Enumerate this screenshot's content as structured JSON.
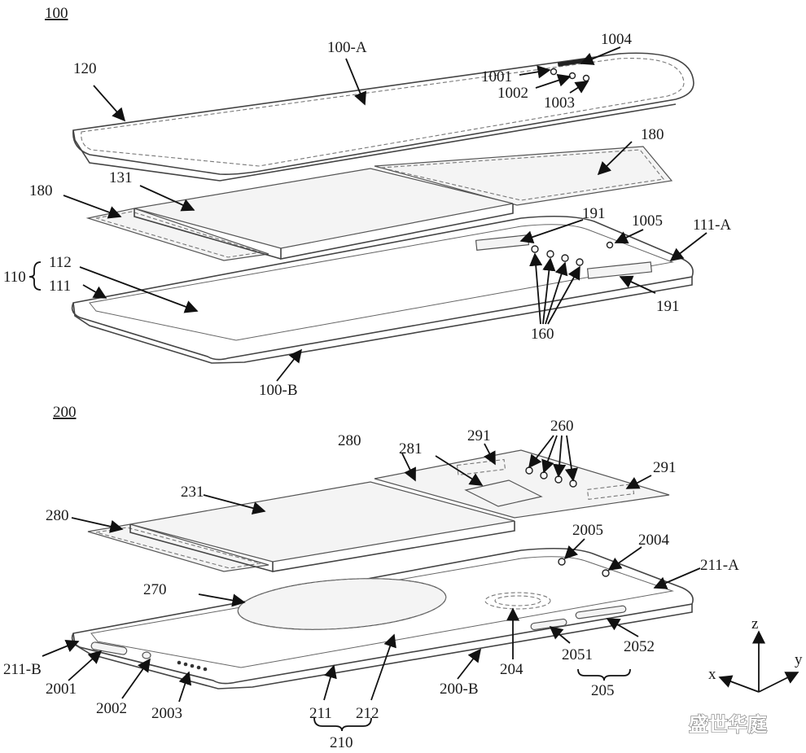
{
  "figure_top": {
    "title": "100",
    "labels": {
      "front_cover": "100-A",
      "back_face": "100-B",
      "housing_group": "110",
      "rim": "111",
      "rim_a": "111-A",
      "back_plate": "112",
      "seal": "120",
      "battery": "131",
      "adhesive": "180",
      "coil_pad": "191",
      "camera_holes": "160",
      "hole_1001": "1001",
      "hole_1002": "1002",
      "hole_1003": "1003",
      "slot_1004": "1004",
      "hole_1005": "1005"
    }
  },
  "figure_bottom": {
    "title": "200",
    "labels": {
      "back_face": "200-B",
      "rim_a": "211-A",
      "rim_b": "211-B",
      "rim": "211",
      "back_plate": "212",
      "housing_group": "210",
      "battery": "231",
      "camera_holes": "260",
      "wireless_coil": "270",
      "adhesive": "280",
      "chip_pad": "281",
      "coil_pad": "291",
      "port_2001": "2001",
      "port_2002": "2002",
      "port_2003": "2003",
      "hole_2004": "2004",
      "hole_2005": "2005",
      "grille_204": "204",
      "button_group": "205",
      "button_2051": "2051",
      "button_2052": "2052"
    }
  },
  "axes": {
    "z": "z",
    "x": "x",
    "y": "y"
  },
  "watermark": "盛世华庭",
  "colors": {
    "line": "#444444",
    "leader": "#111111",
    "panel_fill": "#f4f4f4"
  }
}
